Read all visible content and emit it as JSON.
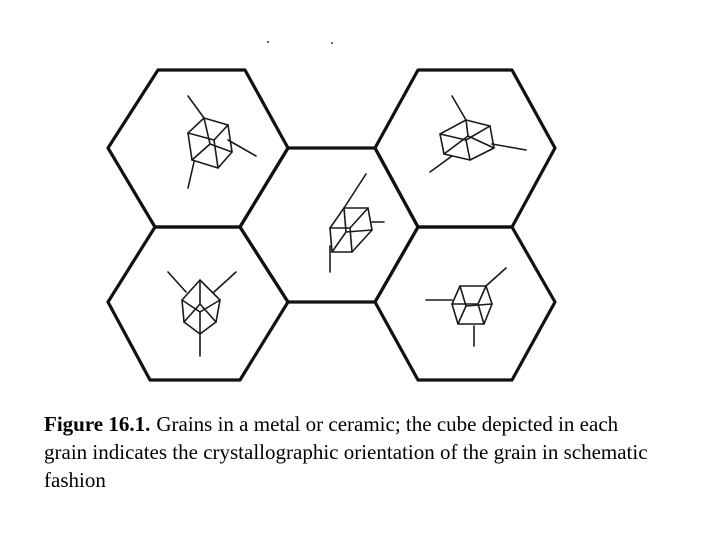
{
  "figure": {
    "label": "Figure 16.1.",
    "caption": "Grains in a metal or ceramic; the cube depicted in each grain indicates the crystallographic orientation of the grain in schematic fashion"
  },
  "grains": [
    {
      "id": "top-left",
      "cube_orientation": "tilted cube with three axes"
    },
    {
      "id": "top-right",
      "cube_orientation": "rotated cube with three axes"
    },
    {
      "id": "center",
      "cube_orientation": "cube viewed along body diagonal direction"
    },
    {
      "id": "bottom-left",
      "cube_orientation": "cube viewed corner-on"
    },
    {
      "id": "bottom-right",
      "cube_orientation": "nearly axis-aligned cube"
    }
  ],
  "colors": {
    "line": "#111111",
    "background": "#ffffff"
  }
}
